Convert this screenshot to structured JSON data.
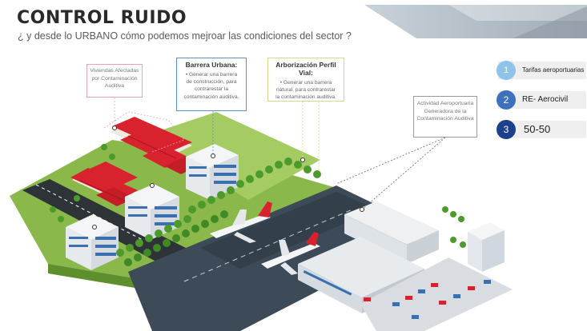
{
  "slide": {
    "title": "CONTROL RUIDO",
    "subtitle": "¿ y desde lo URBANO cómo podemos mejroar las condiciones del sector ?"
  },
  "callouts": {
    "viviendas": {
      "text": [
        "Viviendas Afectadas",
        "por Contaminación",
        "Auditiva"
      ]
    },
    "barrera_urbana": {
      "heading": "Barrera Urbana:",
      "body": [
        "• Generar una barrera",
        "de construcción, para",
        "contrarestar la",
        "contaminación auditiva."
      ]
    },
    "arborizacion": {
      "heading": "Arborización Perfil Vial:",
      "body": [
        "• Generar una barrera",
        "natural, para contrarestar",
        "la contaminación auditiva."
      ]
    },
    "actividad": {
      "text": [
        "Actividad Aeroportuaria",
        "Generadora de la",
        "Contaminación Auditiva"
      ]
    }
  },
  "options": [
    {
      "number": "1",
      "label": "Tarifas aeroportuarias"
    },
    {
      "number": "2",
      "label": "RE- Aerocivil"
    },
    {
      "number": "3",
      "label": "50-50"
    }
  ],
  "colors": {
    "option_1": "#8ec4ea",
    "option_2": "#3d71bd",
    "option_3": "#1d3f8c",
    "callout_viviendas_border": "#e7a3b4",
    "callout_barrera_border": "#5c8fcf",
    "callout_arborizacion_border": "#d5d98a",
    "callout_actividad_border": "#999999",
    "grass": "#7fb43f",
    "roof": "#d8232f",
    "road": "#2e3338",
    "apron": "#3d4a57",
    "tree": "#4d9a2c"
  }
}
